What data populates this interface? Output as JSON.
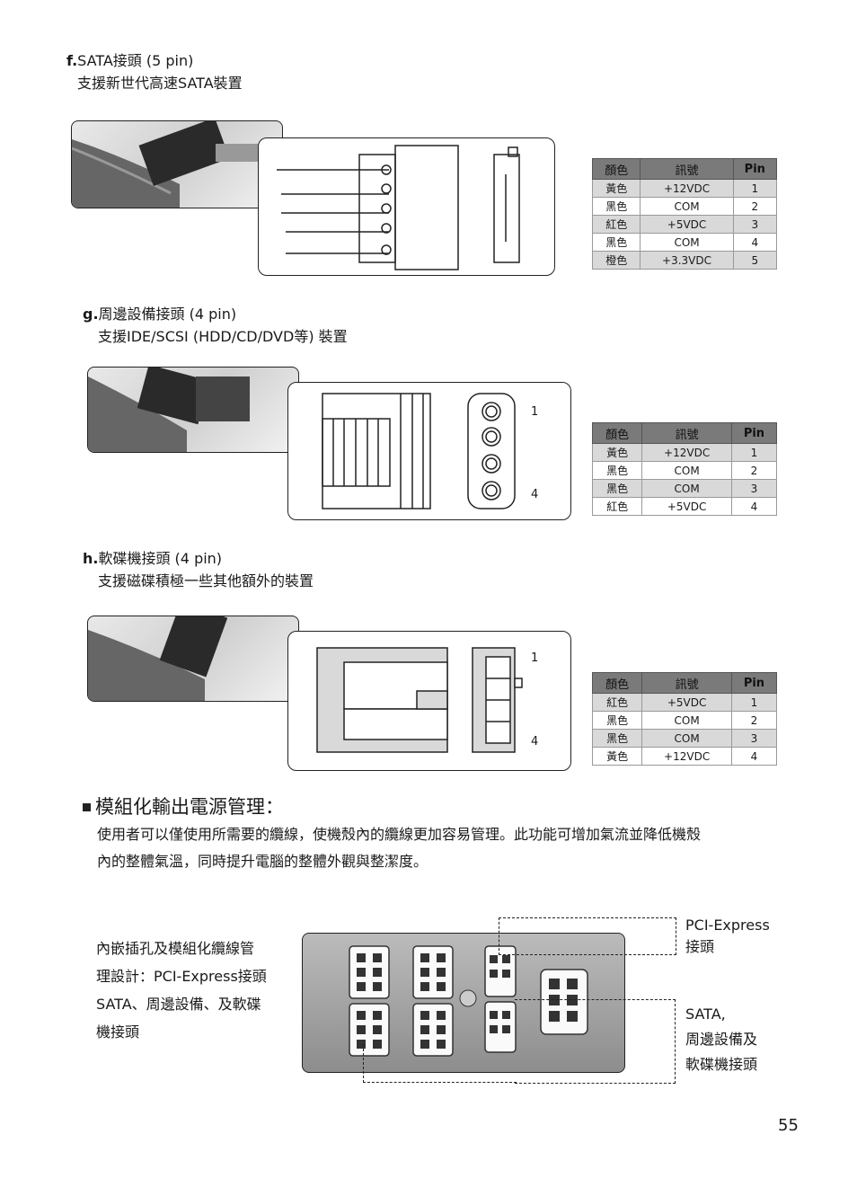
{
  "sections": [
    {
      "letter": "f.",
      "title": "SATA接頭 (5 pin)",
      "desc": "支援新世代高速SATA裝置",
      "table": {
        "headers": [
          "顏色",
          "訊號",
          "Pin"
        ],
        "rows": [
          [
            "黃色",
            "+12VDC",
            "1"
          ],
          [
            "黑色",
            "COM",
            "2"
          ],
          [
            "紅色",
            "+5VDC",
            "3"
          ],
          [
            "黑色",
            "COM",
            "4"
          ],
          [
            "橙色",
            "+3.3VDC",
            "5"
          ]
        ]
      }
    },
    {
      "letter": "g.",
      "title": "周邊設備接頭 (4 pin)",
      "desc": "支援IDE/SCSI (HDD/CD/DVD等) 裝置",
      "pin_first": "1",
      "pin_last": "4",
      "table": {
        "headers": [
          "顏色",
          "訊號",
          "Pin"
        ],
        "rows": [
          [
            "黃色",
            "+12VDC",
            "1"
          ],
          [
            "黑色",
            "COM",
            "2"
          ],
          [
            "黑色",
            "COM",
            "3"
          ],
          [
            "紅色",
            "+5VDC",
            "4"
          ]
        ]
      }
    },
    {
      "letter": "h.",
      "title": "軟碟機接頭 (4 pin)",
      "desc": "支援磁碟積極一些其他額外的裝置",
      "pin_first": "1",
      "pin_last": "4",
      "table": {
        "headers": [
          "顏色",
          "訊號",
          "Pin"
        ],
        "rows": [
          [
            "紅色",
            "+5VDC",
            "1"
          ],
          [
            "黑色",
            "COM",
            "2"
          ],
          [
            "黑色",
            "COM",
            "3"
          ],
          [
            "黃色",
            "+12VDC",
            "4"
          ]
        ]
      }
    }
  ],
  "modular": {
    "heading": "模組化輸出電源管理：",
    "para1": "使用者可以僅使用所需要的纜線，使機殼內的纜線更加容易管理。此功能可增加氣流並降低機殼",
    "para2": "內的整體氣溫，同時提升電腦的整體外觀與整潔度。",
    "left_lines": [
      "內嵌插孔及模組化纜線管",
      "理設計：PCI-Express接頭",
      "SATA、周邊設備、及軟碟",
      "機接頭"
    ],
    "callout_pcie": [
      "PCI-Express",
      "接頭"
    ],
    "callout_sata": [
      "SATA,",
      "周邊設備及",
      "軟碟機接頭"
    ]
  },
  "page_number": "55"
}
